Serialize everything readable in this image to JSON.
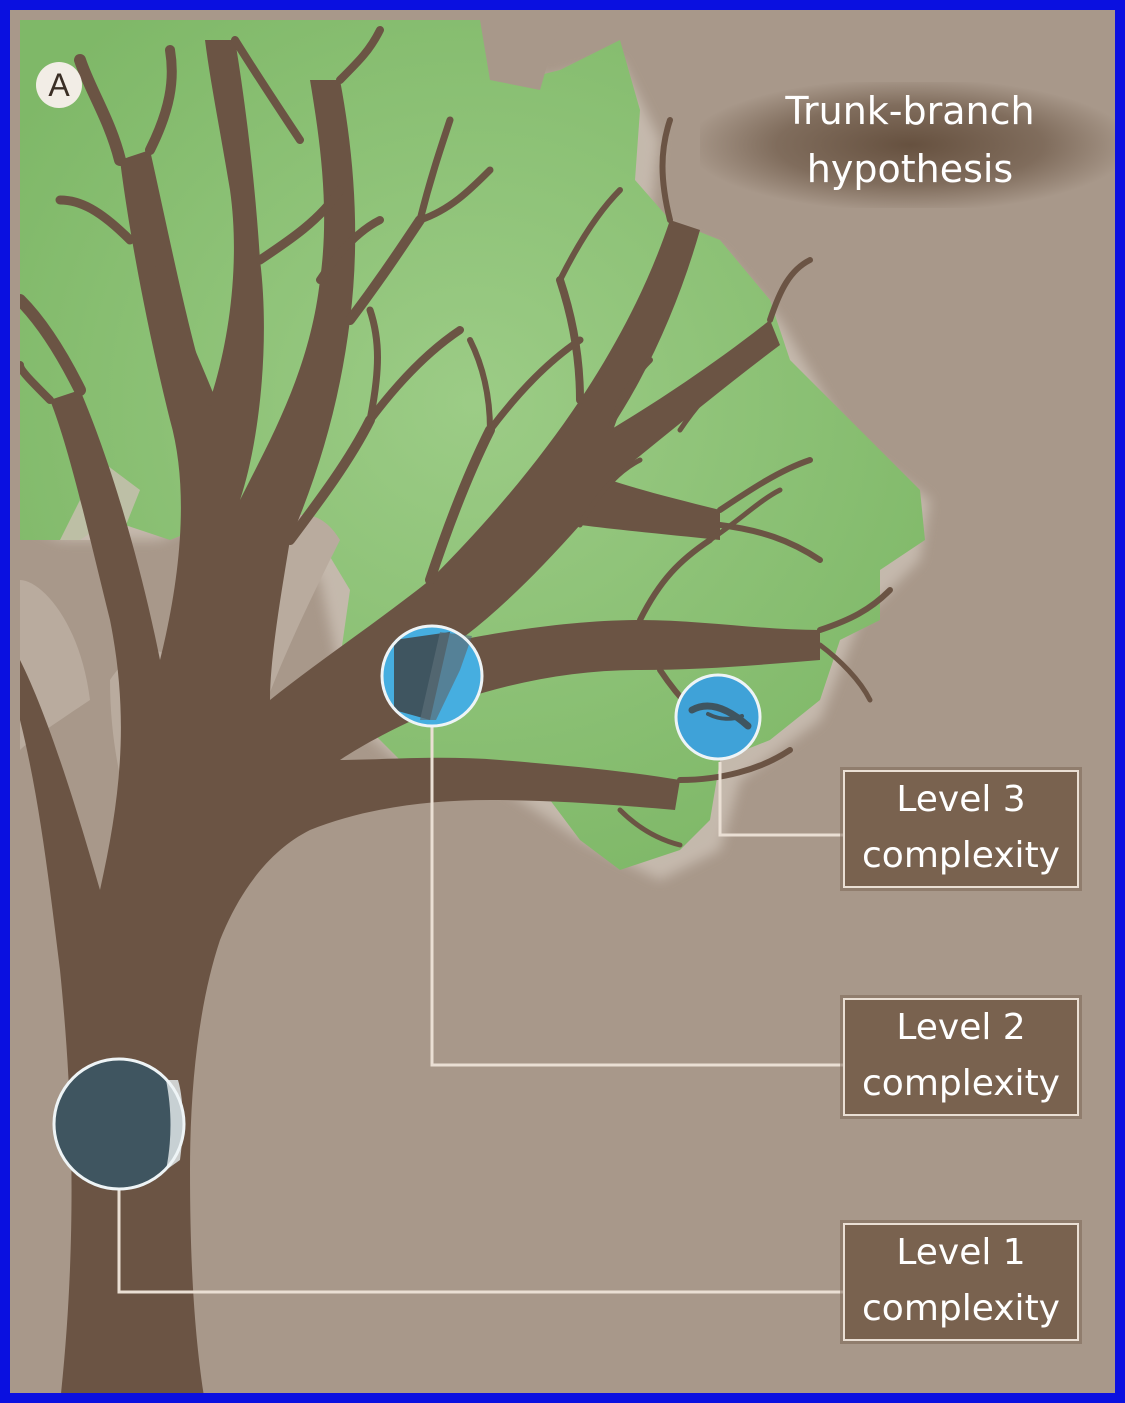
{
  "panel_letter": "A",
  "title": {
    "line1": "Trunk-branch",
    "line2": "hypothesis"
  },
  "levels": [
    {
      "line1": "Level 3",
      "line2": "complexity"
    },
    {
      "line1": "Level 2",
      "line2": "complexity"
    },
    {
      "line1": "Level 1",
      "line2": "complexity"
    }
  ],
  "colors": {
    "background": "#a8988a",
    "trunk": "#6b5444",
    "foliage": "#8fc27a",
    "lens_dark": "#3f5560",
    "lens_blue": "#3fa2d8",
    "border": "#0a10e0"
  }
}
